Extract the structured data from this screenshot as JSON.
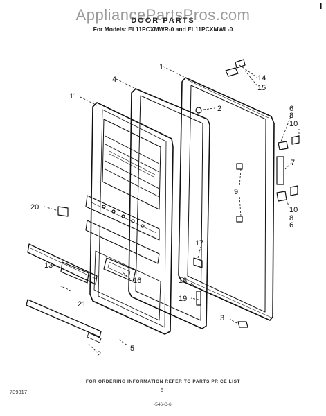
{
  "watermark": "AppliancePartsPros.com",
  "title": "DOOR PARTS",
  "models": "For Models: EL11PCXMWR-0 and EL11PCXMWL-0",
  "corner_mark": "I",
  "callouts": [
    {
      "id": "1",
      "text": "1"
    },
    {
      "id": "2a",
      "text": "2"
    },
    {
      "id": "2b",
      "text": "2"
    },
    {
      "id": "3",
      "text": "3"
    },
    {
      "id": "4",
      "text": "4"
    },
    {
      "id": "5",
      "text": "5"
    },
    {
      "id": "6a",
      "text": "6"
    },
    {
      "id": "6b",
      "text": "6"
    },
    {
      "id": "7",
      "text": "7"
    },
    {
      "id": "8a",
      "text": "8"
    },
    {
      "id": "8b",
      "text": "8"
    },
    {
      "id": "9",
      "text": "9"
    },
    {
      "id": "10a",
      "text": "10"
    },
    {
      "id": "10b",
      "text": "10"
    },
    {
      "id": "11",
      "text": "11"
    },
    {
      "id": "13",
      "text": "13"
    },
    {
      "id": "14",
      "text": "14"
    },
    {
      "id": "15",
      "text": "15"
    },
    {
      "id": "16",
      "text": "16"
    },
    {
      "id": "17",
      "text": "17"
    },
    {
      "id": "18",
      "text": "18"
    },
    {
      "id": "19",
      "text": "19"
    },
    {
      "id": "20",
      "text": "20"
    },
    {
      "id": "21",
      "text": "21"
    }
  ],
  "footer_note": "FOR ORDERING INFORMATION REFER TO PARTS PRICE LIST",
  "page_number": "6",
  "drawing_code": "739317",
  "bottom_code": "-546-C-6"
}
